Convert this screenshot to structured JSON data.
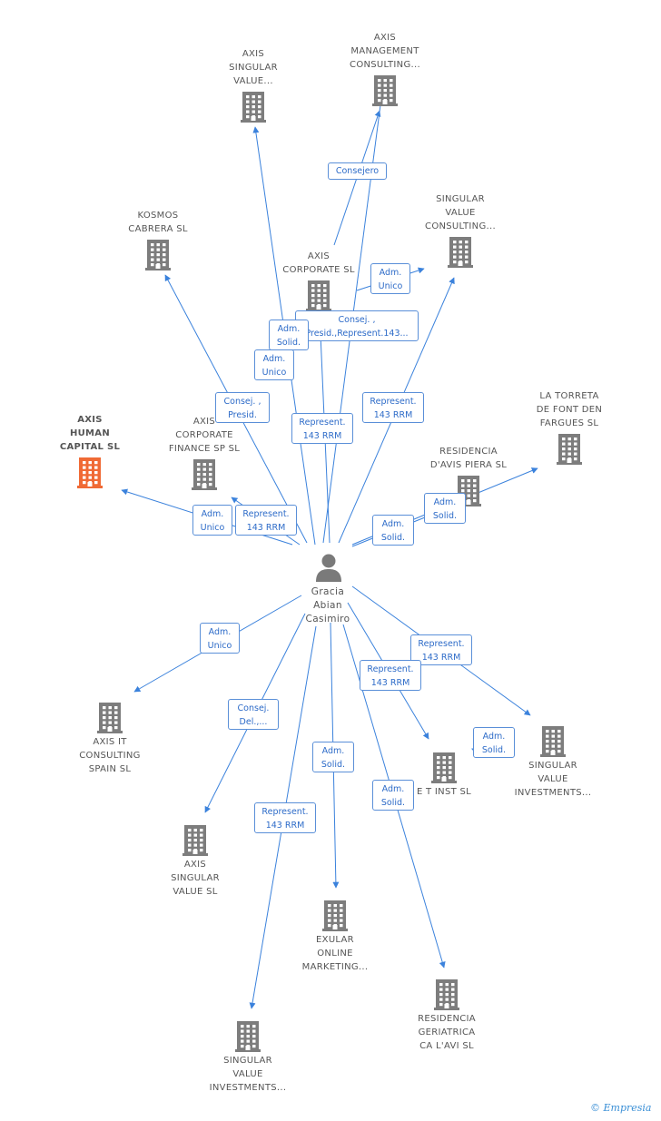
{
  "colors": {
    "edge": "#3b82dc",
    "label_border": "#5a8fd8",
    "label_text": "#2d6bc8",
    "building": "#7d7d7d",
    "highlight": "#f06a35",
    "person": "#7a7a7a"
  },
  "center": {
    "name_lines": [
      "Gracia",
      "Abian",
      "Casimiro"
    ],
    "icon": "person-icon"
  },
  "companies": [
    {
      "id": "axis-singular-value-1",
      "lines": [
        "AXIS",
        "SINGULAR",
        "VALUE..."
      ],
      "label_pos": "above",
      "highlight": false
    },
    {
      "id": "axis-management-consulting",
      "lines": [
        "AXIS",
        "MANAGEMENT",
        "CONSULTING..."
      ],
      "label_pos": "above",
      "highlight": false
    },
    {
      "id": "kosmos-cabrera",
      "lines": [
        "KOSMOS",
        "CABRERA SL"
      ],
      "label_pos": "above",
      "highlight": false
    },
    {
      "id": "singular-value-consulting",
      "lines": [
        "SINGULAR",
        "VALUE",
        "CONSULTING..."
      ],
      "label_pos": "above",
      "highlight": false
    },
    {
      "id": "axis-corporate",
      "lines": [
        "AXIS",
        "CORPORATE SL"
      ],
      "label_pos": "above",
      "highlight": false
    },
    {
      "id": "la-torreta",
      "lines": [
        "LA TORRETA",
        "DE FONT DEN",
        "FARGUES SL"
      ],
      "label_pos": "above",
      "highlight": false
    },
    {
      "id": "axis-human-capital",
      "lines": [
        "AXIS",
        "HUMAN",
        "CAPITAL SL"
      ],
      "label_pos": "above",
      "highlight": true
    },
    {
      "id": "axis-corporate-finance",
      "lines": [
        "AXIS",
        "CORPORATE",
        "FINANCE SP SL"
      ],
      "label_pos": "above",
      "highlight": false
    },
    {
      "id": "residencia-davis-piera",
      "lines": [
        "RESIDENCIA",
        "D'AVIS PIERA SL"
      ],
      "label_pos": "above",
      "highlight": false
    },
    {
      "id": "axis-it-consulting",
      "lines": [
        "AXIS IT",
        "CONSULTING",
        "SPAIN SL"
      ],
      "label_pos": "below",
      "highlight": false
    },
    {
      "id": "singular-value-investments-1",
      "lines": [
        "SINGULAR",
        "VALUE",
        "INVESTMENTS..."
      ],
      "label_pos": "below",
      "highlight": false
    },
    {
      "id": "e-t-inst",
      "lines": [
        "E T INST SL"
      ],
      "label_pos": "below",
      "highlight": false
    },
    {
      "id": "axis-singular-value-2",
      "lines": [
        "AXIS",
        "SINGULAR",
        "VALUE  SL"
      ],
      "label_pos": "below",
      "highlight": false
    },
    {
      "id": "exular-online",
      "lines": [
        "EXULAR",
        "ONLINE",
        "MARKETING..."
      ],
      "label_pos": "below",
      "highlight": false
    },
    {
      "id": "residencia-geriatrica",
      "lines": [
        "RESIDENCIA",
        "GERIATRICA",
        "CA L'AVI SL"
      ],
      "label_pos": "below",
      "highlight": false
    },
    {
      "id": "singular-value-investments-2",
      "lines": [
        "SINGULAR",
        "VALUE",
        "INVESTMENTS..."
      ],
      "label_pos": "below",
      "highlight": false
    }
  ],
  "edge_labels": [
    {
      "id": "consejero",
      "lines": [
        "Consejero"
      ]
    },
    {
      "id": "adm-unico-1",
      "lines": [
        "Adm.",
        "Unico"
      ]
    },
    {
      "id": "consej-presid-represent",
      "lines": [
        "Consej. ,",
        "Presid.,Represent.143..."
      ]
    },
    {
      "id": "adm-solid-1",
      "lines": [
        "Adm.",
        "Solid."
      ]
    },
    {
      "id": "adm-unico-2",
      "lines": [
        "Adm.",
        "Unico"
      ]
    },
    {
      "id": "consej-presid",
      "lines": [
        "Consej. ,",
        "Presid."
      ]
    },
    {
      "id": "represent-1",
      "lines": [
        "Represent.",
        "143 RRM"
      ]
    },
    {
      "id": "represent-2",
      "lines": [
        "Represent.",
        "143 RRM"
      ]
    },
    {
      "id": "adm-unico-3",
      "lines": [
        "Adm.",
        "Unico"
      ]
    },
    {
      "id": "represent-3",
      "lines": [
        "Represent.",
        "143 RRM"
      ]
    },
    {
      "id": "adm-solid-2",
      "lines": [
        "Adm.",
        "Solid."
      ]
    },
    {
      "id": "adm-solid-3",
      "lines": [
        "Adm.",
        "Solid."
      ]
    },
    {
      "id": "adm-unico-4",
      "lines": [
        "Adm.",
        "Unico"
      ]
    },
    {
      "id": "represent-4",
      "lines": [
        "Represent.",
        "143 RRM"
      ]
    },
    {
      "id": "represent-5",
      "lines": [
        "Represent.",
        "143 RRM"
      ]
    },
    {
      "id": "consej-del",
      "lines": [
        "Consej.",
        "Del.,..."
      ]
    },
    {
      "id": "adm-solid-4",
      "lines": [
        "Adm.",
        "Solid."
      ]
    },
    {
      "id": "adm-solid-5",
      "lines": [
        "Adm.",
        "Solid."
      ]
    },
    {
      "id": "represent-6",
      "lines": [
        "Represent.",
        "143 RRM"
      ]
    },
    {
      "id": "adm-solid-6",
      "lines": [
        "Adm.",
        "Solid."
      ]
    }
  ],
  "brand": {
    "copyright": "©",
    "name": "Empresia"
  }
}
